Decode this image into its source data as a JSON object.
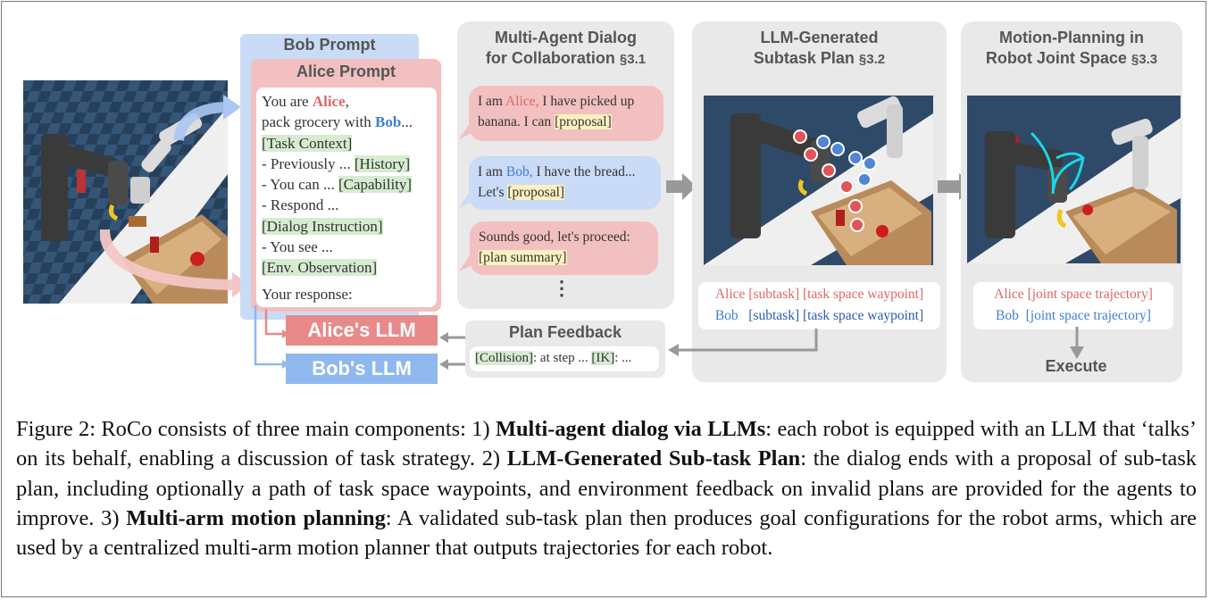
{
  "bob_prompt": {
    "title": "Bob Prompt"
  },
  "alice_prompt": {
    "title": "Alice Prompt",
    "line1_pre": "You are ",
    "line1_name": "Alice",
    "line1_post": ",",
    "line2_pre": "pack grocery with ",
    "line2_name": "Bob",
    "line2_post": "...",
    "task_context": "[Task Context]",
    "previously": "- Previously ...",
    "history": "[History]",
    "you_can": "- You can ...",
    "capability": "[Capability]",
    "respond": "- Respond ...",
    "dialog_instruction": "[Dialog Instruction]",
    "you_see": "- You see ...",
    "env_observation": "[Env. Observation]",
    "your_response": "Your response:"
  },
  "llms": {
    "alice": "Alice's LLM",
    "bob": "Bob's LLM"
  },
  "dialog": {
    "title_line1": "Multi-Agent Dialog",
    "title_line2": "for Collaboration",
    "section": "§3.1",
    "bubble1_pre": "I am ",
    "bubble1_name": "Alice,",
    "bubble1_mid": " I have picked up",
    "bubble1_line2": "banana. I can ",
    "bubble1_tag": "[proposal]",
    "bubble2_pre": "I am ",
    "bubble2_name": "Bob,",
    "bubble2_mid": " I have the bread...",
    "bubble2_line2": "Let's ",
    "bubble2_tag": "[proposal]",
    "bubble3_line1": "Sounds good, let's proceed:",
    "bubble3_tag": "[plan summary]",
    "ellipsis": "⋮"
  },
  "feedback": {
    "title": "Plan Feedback",
    "collision": "[Collision]",
    "mid": ": at step ... ",
    "ik": "[IK]",
    "end": ": ..."
  },
  "subtask": {
    "title_line1": "LLM-Generated",
    "title_line2": "Subtask Plan",
    "section": "§3.2",
    "alice_line": "Alice [subtask] [task space waypoint]",
    "bob_name": "Bob",
    "bob_line": "[subtask] [task space waypoint]"
  },
  "motion": {
    "title_line1": "Motion-Planning in",
    "title_line2": "Robot Joint Space",
    "section": "§3.3",
    "alice_line": "Alice [joint space trajectory]",
    "bob_line": "Bob  [joint space trajectory]",
    "execute": "Execute"
  },
  "caption": {
    "figure_label": "Figure 2:",
    "intro": " RoCo consists of three main components: 1) ",
    "b1": "Multi-agent dialog via LLMs",
    "t1": ": each robot is equipped with an LLM that ‘talks’ on its behalf, enabling a discussion of task strategy. 2) ",
    "b2": "LLM-Generated Sub-task Plan",
    "t2": ": the dialog ends with a proposal of sub-task plan, including optionally a path of task space waypoints, and environment feedback on invalid plans are provided for the agents to improve. 3) ",
    "b3": "Multi-arm motion planning",
    "t3": ": A validated sub-task plan then produces goal configurations for the robot arms, which are used by a centralized multi-arm motion planner that outputs trajectories for each robot."
  },
  "colors": {
    "alice_red": "#e06666",
    "bob_blue": "#3d7fd6",
    "panel_gray": "#e9e9e9",
    "llm_red": "#e88a8a",
    "llm_blue": "#8fb8ef"
  }
}
